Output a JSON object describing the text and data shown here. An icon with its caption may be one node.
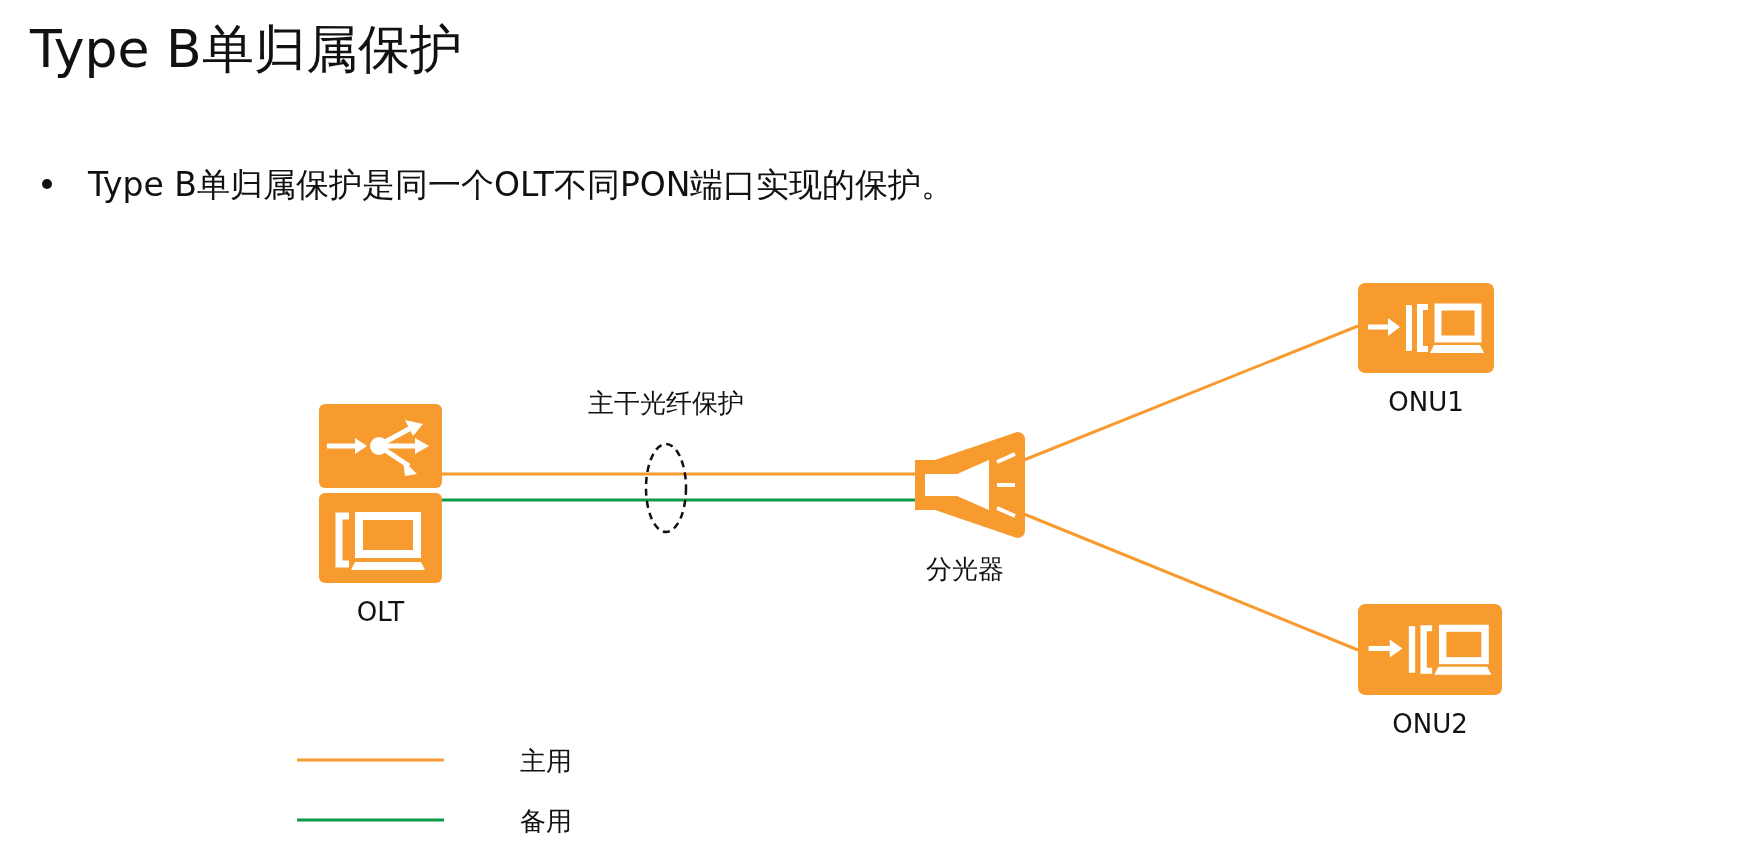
{
  "diagram": {
    "title": "Type B单归属保护",
    "nodes": [
      {
        "text": [
          "OLT"
        ]
      },
      {
        "text": [
          "分光器"
        ]
      },
      {
        "text": [
          "ONU1"
        ]
      },
      {
        "text": [
          "ONU2"
        ]
      }
    ],
    "edges": [
      {
        "from": 0,
        "to": 1,
        "arrow": "none"
      },
      {
        "from": 0,
        "to": 1,
        "arrow": "none",
        "color": "#0f9a4a"
      },
      {
        "from": 1,
        "to": 2,
        "arrow": "none"
      },
      {
        "from": 1,
        "to": 3,
        "arrow": "none"
      }
    ],
    "labels": [
      "Type B单归属保护是同一个OLT不同PON端口实现的保护。",
      "主干光纤保护"
    ],
    "legend": [
      {
        "text": "主用"
      },
      {
        "text": "备用"
      }
    ]
  }
}
